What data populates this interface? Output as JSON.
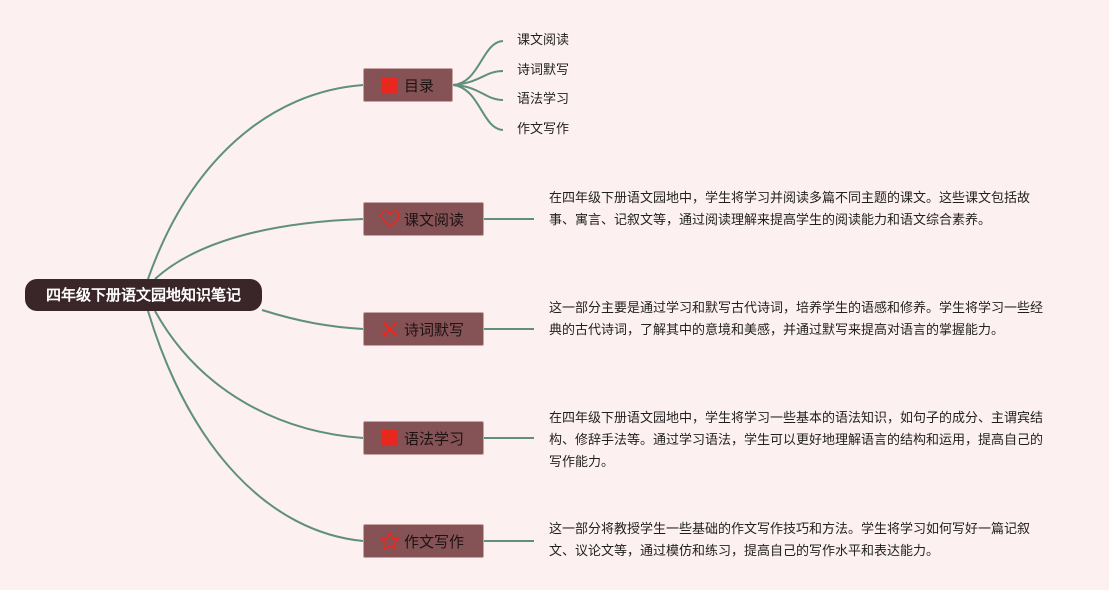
{
  "root": {
    "title": "四年级下册语文园地知识笔记"
  },
  "branches": [
    {
      "label": "目录",
      "icon": "red-square-icon"
    },
    {
      "label": "课文阅读",
      "icon": "heart-outline-icon"
    },
    {
      "label": "诗词默写",
      "icon": "crossed-tools-icon"
    },
    {
      "label": "语法学习",
      "icon": "red-square-icon"
    },
    {
      "label": "作文写作",
      "icon": "star-outline-icon"
    }
  ],
  "toc": [
    "课文阅读",
    "诗词默写",
    "语法学习",
    "作文写作"
  ],
  "descriptions": [
    "在四年级下册语文园地中，学生将学习并阅读多篇不同主题的课文。这些课文包括故事、寓言、记叙文等，通过阅读理解来提高学生的阅读能力和语文综合素养。",
    "这一部分主要是通过学习和默写古代诗词，培养学生的语感和修养。学生将学习一些经典的古代诗词，了解其中的意境和美感，并通过默写来提高对语言的掌握能力。",
    "在四年级下册语文园地中，学生将学习一些基本的语法知识，如句子的成分、主谓宾结构、修辞手法等。通过学习语法，学生可以更好地理解语言的结构和运用，提高自己的写作能力。",
    "这一部分将教授学生一些基础的作文写作技巧和方法。学生将学习如何写好一篇记叙文、议论文等，通过模仿和练习，提高自己的写作水平和表达能力。"
  ],
  "colors": {
    "connector": "#5f8f7f",
    "node": "#855356",
    "root": "#3a2628",
    "icon_red": "#e8281e"
  }
}
